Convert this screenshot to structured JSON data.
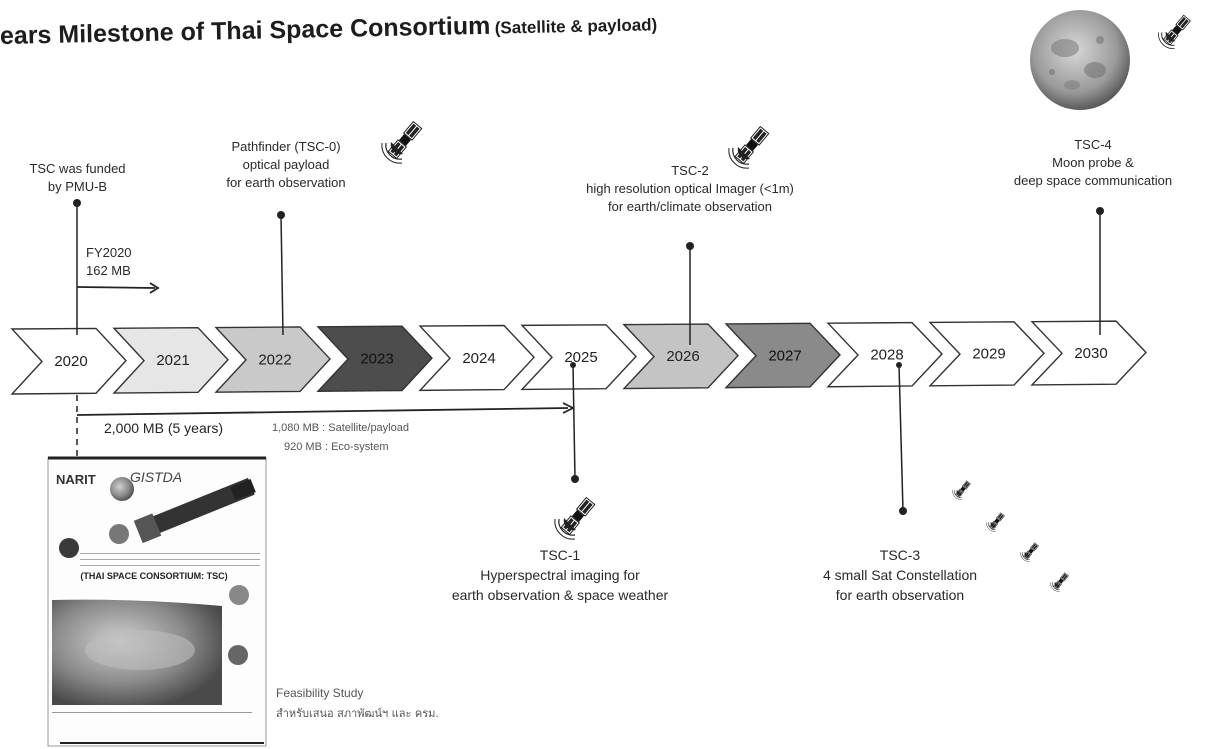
{
  "title": {
    "main": "ears Milestone of Thai Space Consortium",
    "sub": "(Satellite & payload)"
  },
  "timeline": {
    "years": [
      {
        "label": "2020",
        "fill": "#ffffff",
        "text": "#222222"
      },
      {
        "label": "2021",
        "fill": "#e6e6e6",
        "text": "#222222"
      },
      {
        "label": "2022",
        "fill": "#c9c9c9",
        "text": "#222222"
      },
      {
        "label": "2023",
        "fill": "#4d4d4d",
        "text": "#111111"
      },
      {
        "label": "2024",
        "fill": "#ffffff",
        "text": "#222222"
      },
      {
        "label": "2025",
        "fill": "#ffffff",
        "text": "#222222"
      },
      {
        "label": "2026",
        "fill": "#c4c4c4",
        "text": "#222222"
      },
      {
        "label": "2027",
        "fill": "#8a8a8a",
        "text": "#111111"
      },
      {
        "label": "2028",
        "fill": "#ffffff",
        "text": "#222222"
      },
      {
        "label": "2029",
        "fill": "#ffffff",
        "text": "#222222"
      },
      {
        "label": "2030",
        "fill": "#ffffff",
        "text": "#222222"
      }
    ]
  },
  "funding": {
    "line1": "TSC was funded",
    "line2": "by PMU-B",
    "fy": "FY2020",
    "amount": "162 MB"
  },
  "budget": {
    "total": "2,000 MB (5 years)",
    "satellite": "1,080 MB : Satellite/payload",
    "ecosystem": "920 MB : Eco-system"
  },
  "milestones": {
    "pathfinder": {
      "l1": "Pathfinder (TSC-0)",
      "l2": "optical payload",
      "l3": "for earth observation"
    },
    "tsc1": {
      "l1": "TSC-1",
      "l2": "Hyperspectral imaging for",
      "l3": "earth observation & space weather"
    },
    "tsc2": {
      "l1": "TSC-2",
      "l2": "high resolution optical Imager (<1m)",
      "l3": "for earth/climate observation"
    },
    "tsc3": {
      "l1": "TSC-3",
      "l2": "4 small Sat Constellation",
      "l3": "for earth observation"
    },
    "tsc4": {
      "l1": "TSC-4",
      "l2": "Moon probe &",
      "l3": "deep space communication"
    }
  },
  "report": {
    "logo1": "NARIT",
    "logo2": "GISTDA",
    "heading": "(THAI SPACE CONSORTIUM: TSC)",
    "caption1": "Feasibility Study",
    "caption2": "สำหรับเสนอ สภาพัฒน์ฯ และ ครม."
  },
  "icons": {
    "satellite": "satellite-icon",
    "moon": "moon-icon"
  }
}
